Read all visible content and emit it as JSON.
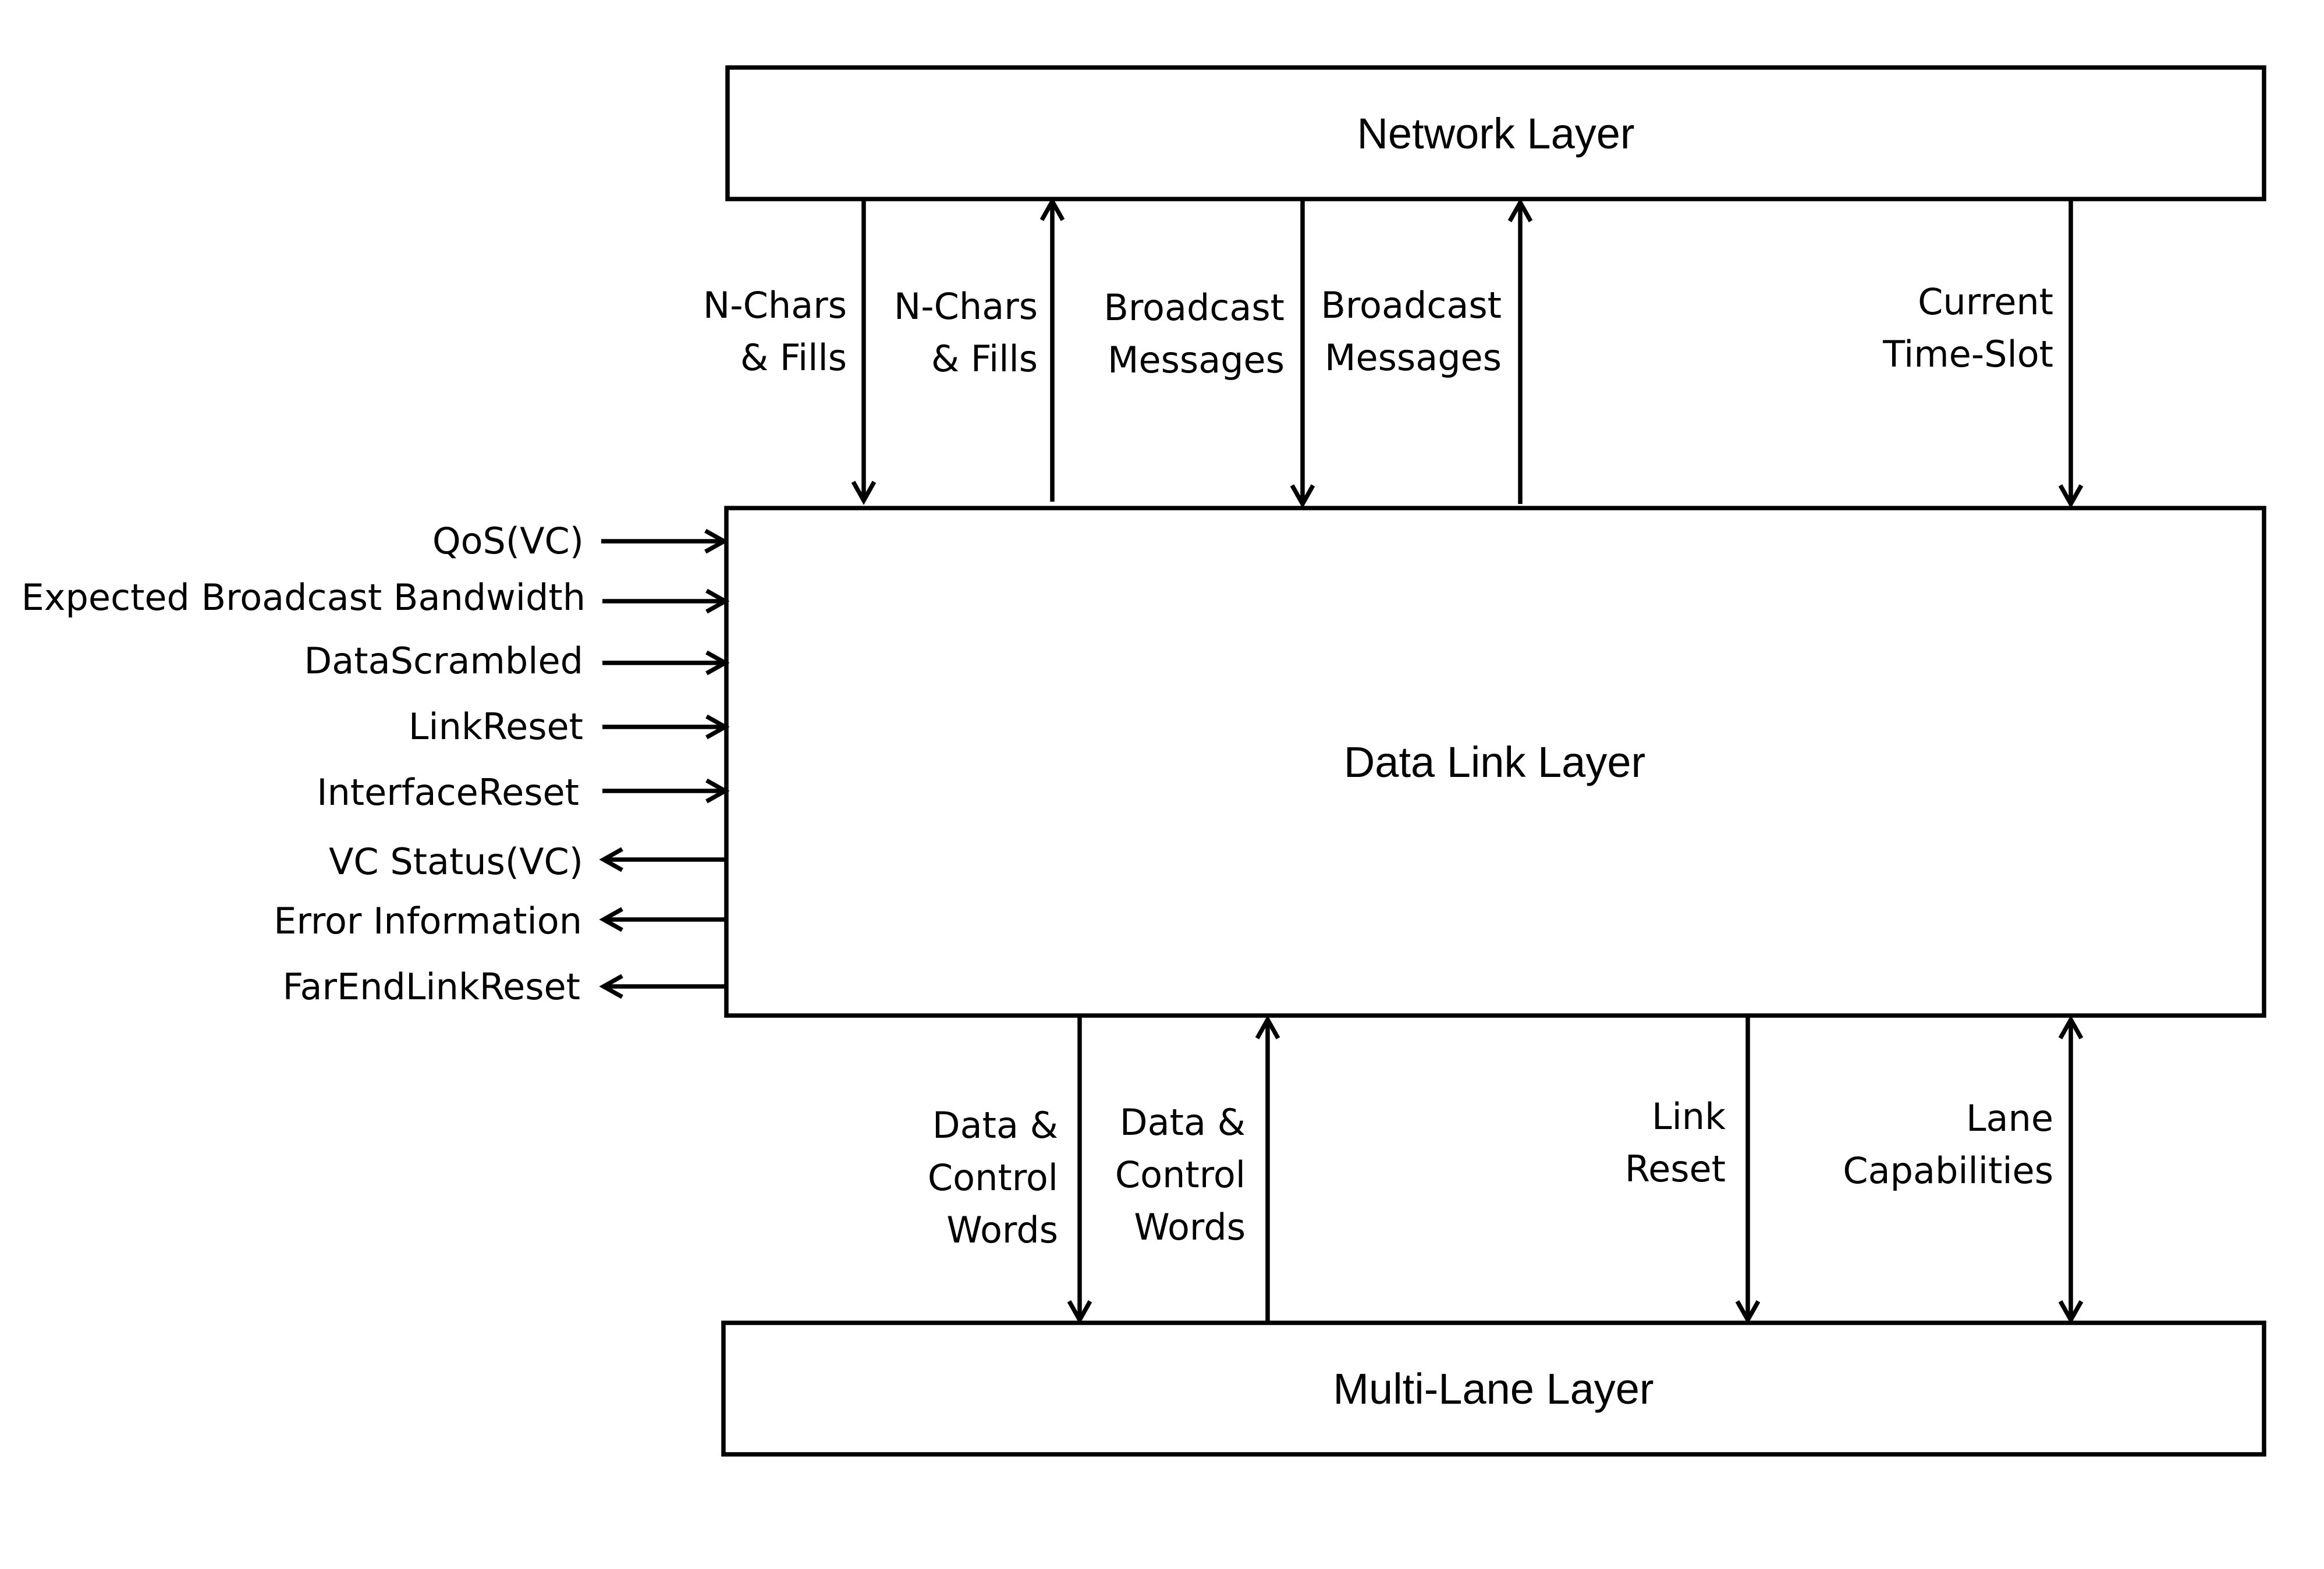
{
  "layers": {
    "network": "Network Layer",
    "data_link": "Data Link Layer",
    "multi_lane": "Multi-Lane Layer"
  },
  "top_signals": [
    {
      "lines": [
        "N-Chars",
        "& Fills"
      ],
      "direction": "down"
    },
    {
      "lines": [
        "N-Chars",
        "& Fills"
      ],
      "direction": "up"
    },
    {
      "lines": [
        "Broadcast",
        "Messages"
      ],
      "direction": "down"
    },
    {
      "lines": [
        "Broadcast",
        "Messages"
      ],
      "direction": "up"
    },
    {
      "lines": [
        "Current",
        "Time-Slot"
      ],
      "direction": "down"
    }
  ],
  "side_signals": [
    {
      "label": "QoS(VC)",
      "direction": "in"
    },
    {
      "label": "Expected Broadcast Bandwidth",
      "direction": "in"
    },
    {
      "label": "DataScrambled",
      "direction": "in"
    },
    {
      "label": "LinkReset",
      "direction": "in"
    },
    {
      "label": "InterfaceReset",
      "direction": "in"
    },
    {
      "label": "VC Status(VC)",
      "direction": "out"
    },
    {
      "label": "Error Information",
      "direction": "out"
    },
    {
      "label": "FarEndLinkReset",
      "direction": "out"
    }
  ],
  "bottom_signals": [
    {
      "lines": [
        "Data &",
        "Control",
        "Words"
      ],
      "direction": "down"
    },
    {
      "lines": [
        "Data &",
        "Control",
        "Words"
      ],
      "direction": "up"
    },
    {
      "lines": [
        "Link",
        "Reset"
      ],
      "direction": "down"
    },
    {
      "lines": [
        "Lane",
        "Capabilities"
      ],
      "direction": "both"
    }
  ]
}
